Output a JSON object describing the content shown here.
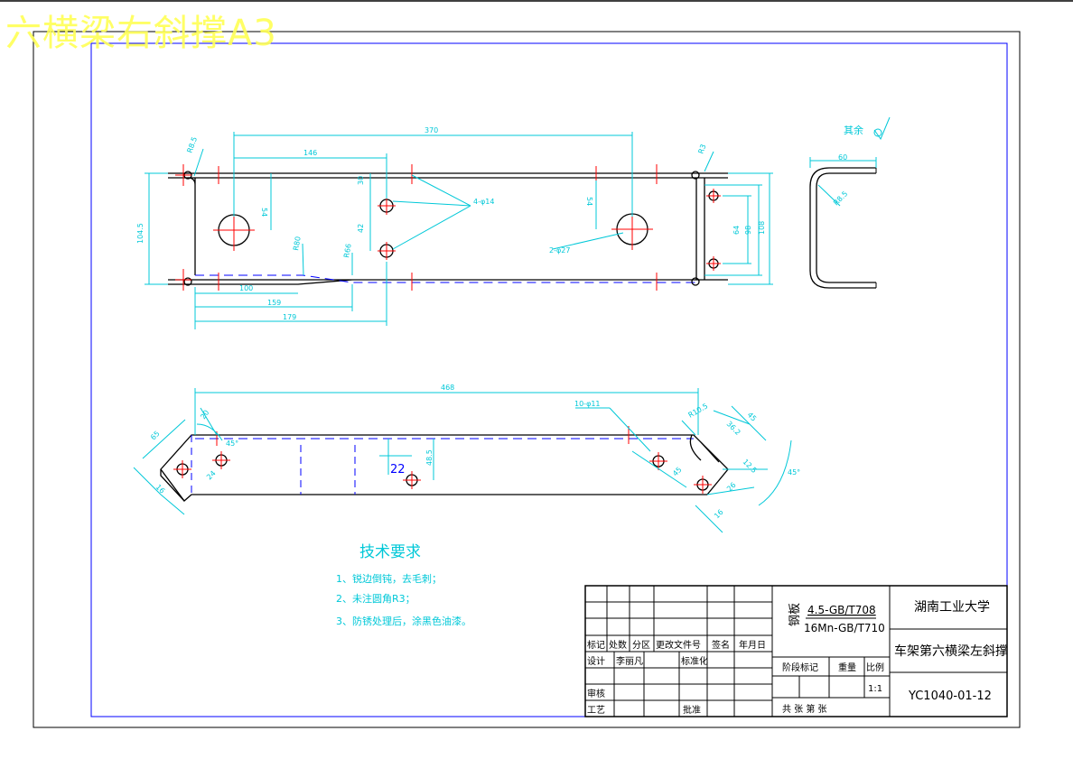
{
  "overlay_title": "六横梁右斜撑A3",
  "top_view": {
    "dim_370": "370",
    "dim_146": "146",
    "dim_r8_top": "R8.5",
    "dim_r3_top": "R3",
    "dim_54_left": "54",
    "dim_30": "30",
    "dim_42": "42",
    "dim_54_right": "54",
    "dim_hole_small": "4-φ14",
    "dim_hole_big": "2-φ27",
    "dim_height_left": "104.5",
    "dim_64": "64",
    "dim_98": "98",
    "dim_108": "108",
    "dim_r80": "R80",
    "dim_r66": "R66",
    "dim_100": "100",
    "dim_159": "159",
    "dim_179": "179"
  },
  "section_view": {
    "roughness": "其余",
    "dim_60": "60",
    "dim_r8": "R8.5"
  },
  "front_view": {
    "dim_468": "468",
    "dim_hole": "10-φ11",
    "dim_r": "R10.5",
    "dim_20": "20",
    "dim_65": "65",
    "dim_45deg_left": "45°",
    "dim_24": "24",
    "dim_16": "16",
    "dim_22": "22",
    "dim_48": "48.5",
    "dim_right_36": "36.2",
    "dim_right_45": "45",
    "dim_right_12": "12.5",
    "dim_right_26": "26",
    "dim_right_16": "16",
    "dim_45deg_right": "45°"
  },
  "notes": {
    "heading": "技术要求",
    "items": [
      "1、锐边倒钝，去毛刺；",
      "2、未注圆角R3；",
      "3、防锈处理后，涂黑色油漆。"
    ]
  },
  "title_block": {
    "material_prefix": "钢板",
    "material_top": "4.5-GB/T708",
    "material_bottom": "16Mn-GB/T710",
    "school": "湖南工业大学",
    "part_name": "车架第六横梁左斜撑",
    "drawing_no": "YC1040-01-12",
    "row_labels": [
      "标记",
      "处数",
      "分区",
      "更改文件号",
      "签名",
      "年月日"
    ],
    "design_label": "设计",
    "designer": "李丽凡",
    "standard_label": "标准化",
    "check_label": "审核",
    "process_label": "工艺",
    "approve_label": "批准",
    "stage_label": "阶段标记",
    "weight_label": "重量",
    "scale_label": "比例",
    "scale_value": "1:1",
    "sheets_label": "共   张  第   张"
  }
}
